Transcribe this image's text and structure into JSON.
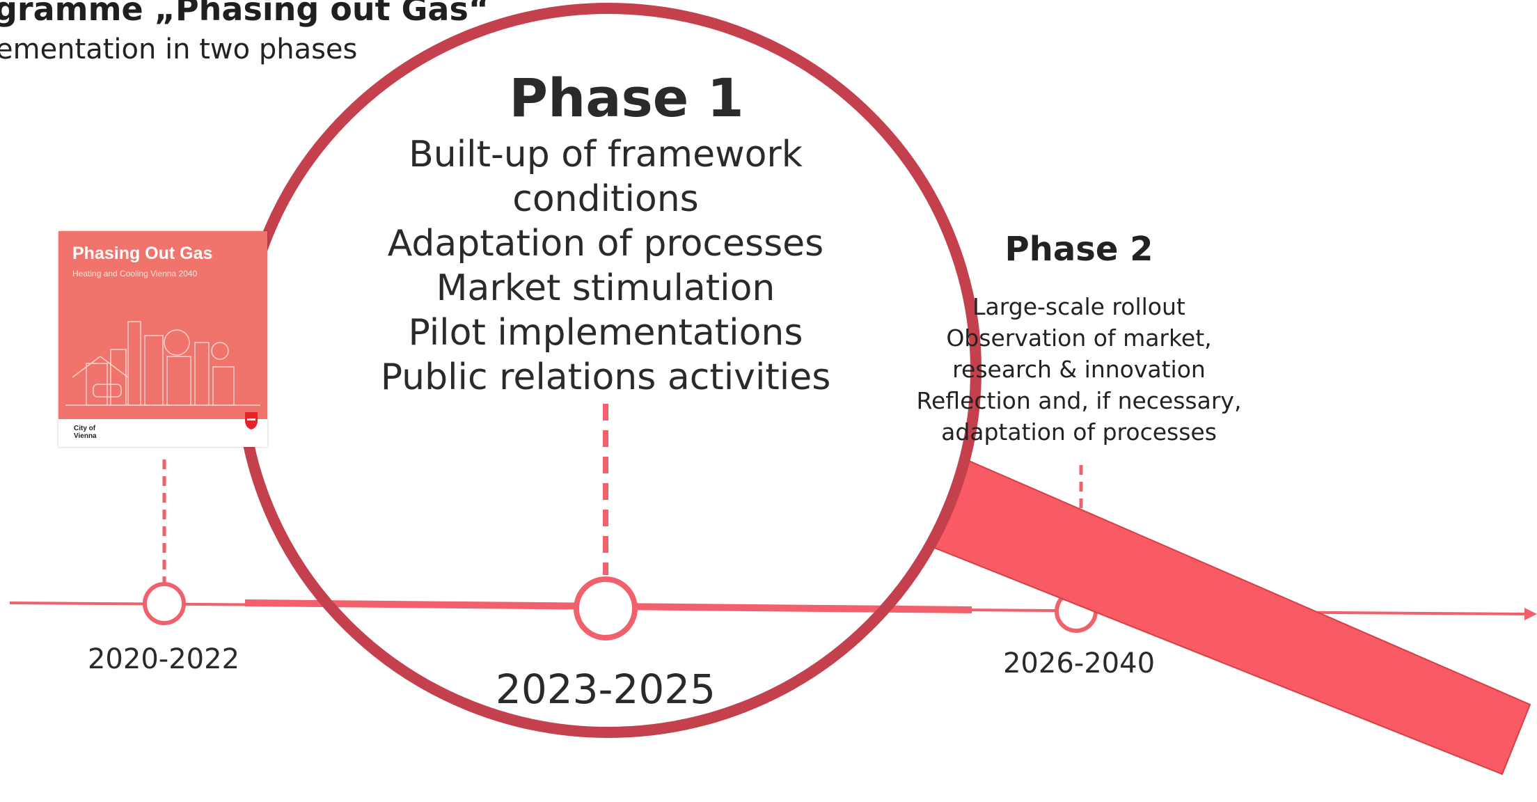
{
  "header": {
    "title": "gramme „Phasing out Gas“",
    "subtitle": "ementation in two phases"
  },
  "colors": {
    "accent": "#f0616b",
    "magnifier_rim": "#c4404c",
    "handle": "#f85b64",
    "text": "#222222"
  },
  "brochure": {
    "title": "Phasing Out Gas",
    "subtitle": "Heating and Cooling Vienna 2040",
    "org": "City of\nVienna"
  },
  "timeline": {
    "milestones": [
      {
        "period": "2020-2022"
      },
      {
        "period": "2023-2025"
      },
      {
        "period": "2026-2040"
      }
    ]
  },
  "phase1": {
    "heading": "Phase 1",
    "items": [
      "Built-up of framework",
      "conditions",
      "Adaptation of processes",
      "Market stimulation",
      "Pilot implementations",
      "Public relations activities"
    ]
  },
  "phase2": {
    "heading": "Phase 2",
    "items": [
      "Large-scale rollout",
      "Observation of market,",
      "research & innovation",
      "Reflection and, if necessary,",
      "adaptation of processes"
    ]
  }
}
